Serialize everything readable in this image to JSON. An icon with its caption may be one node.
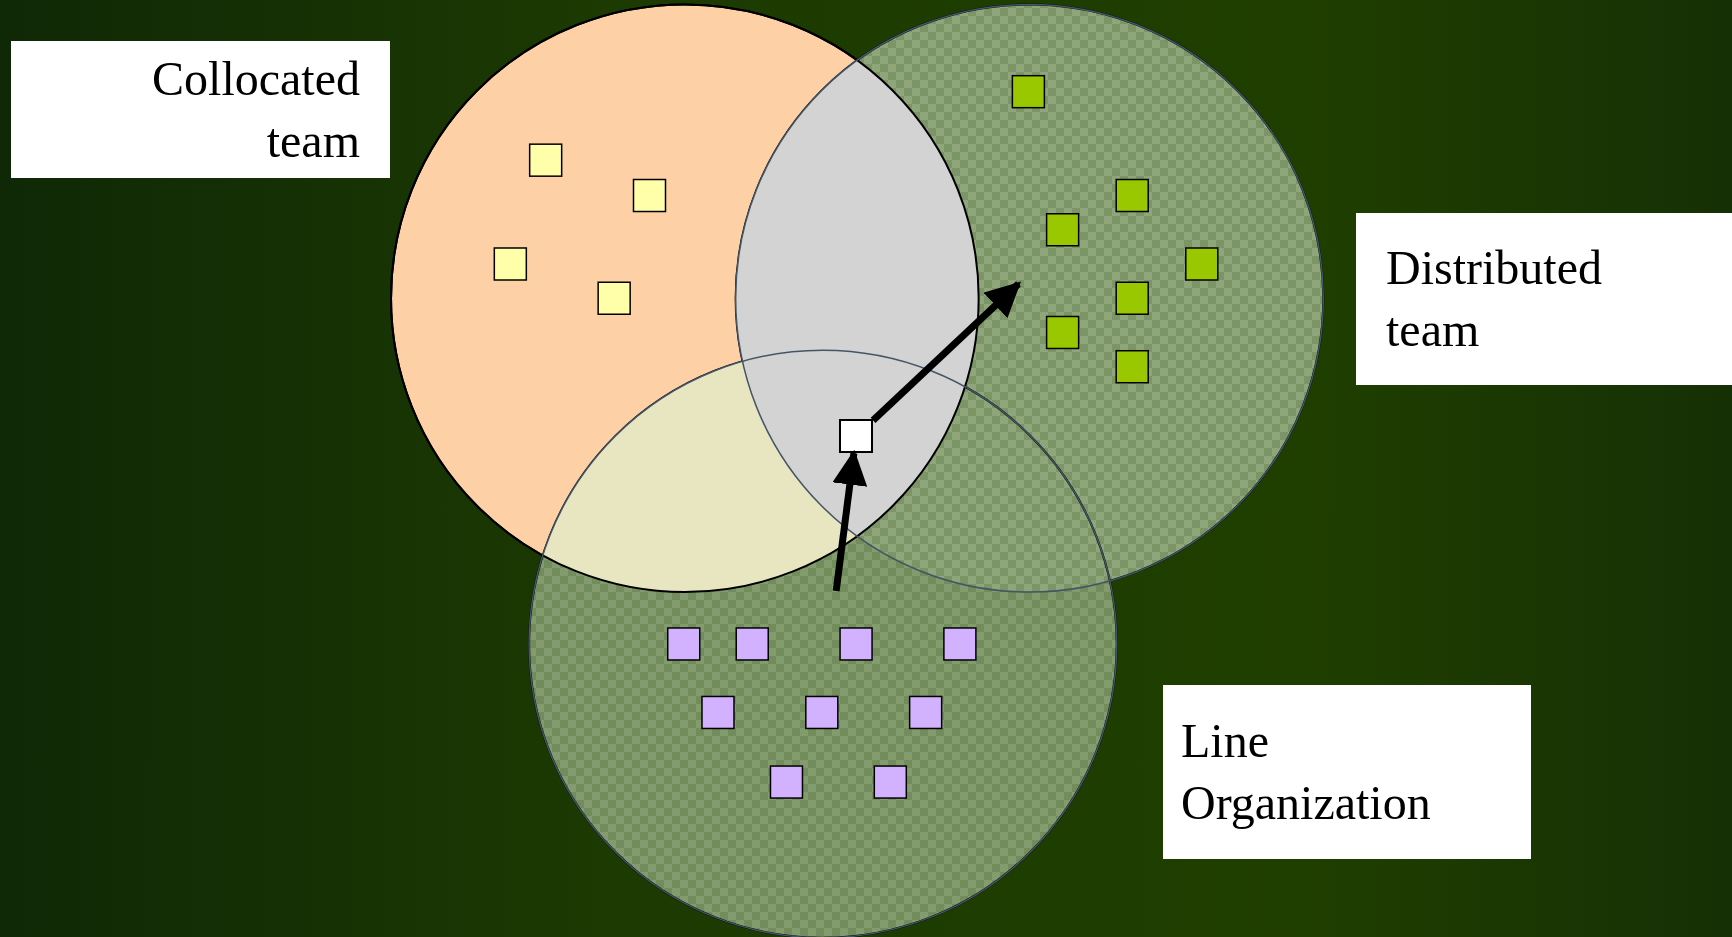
{
  "diagram": {
    "nodes": [
      {
        "text": [
          "Collocated team"
        ]
      },
      {
        "text": [
          "Distributed team"
        ]
      },
      {
        "text": [
          "Line Organization"
        ]
      },
      {
        "text": [],
        "shape": "box"
      }
    ],
    "edges": [
      {
        "from": null,
        "to": 3,
        "arrow": "to"
      },
      {
        "from": 3,
        "to": null,
        "arrow": "to"
      }
    ]
  }
}
